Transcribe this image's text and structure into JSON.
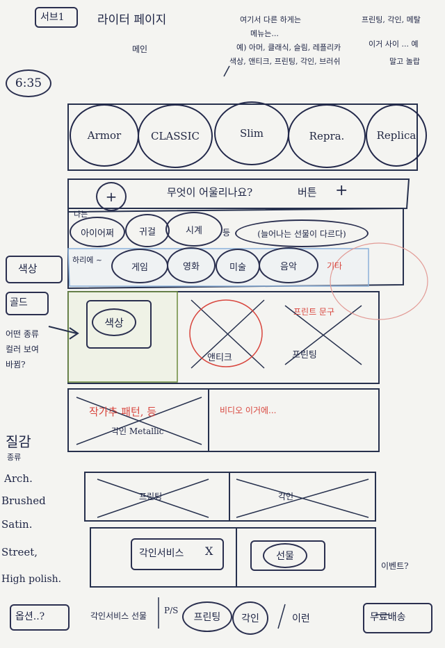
{
  "header": {
    "section_label": "서브1",
    "page_title": "라이터 페이지",
    "sub_note": "메인",
    "time": "6:35"
  },
  "top_notes": {
    "line1": "여기서 다른 하게는",
    "line2": "메뉴는...",
    "line3": "예) 아머, 클래식, 슬림, 레플리카",
    "line4": "색상, 앤티크, 프린팅, 각인, 브러쉬",
    "right1": "프린팅, 각인, 메탈",
    "right2": "이거 사이 ... 예",
    "right3": "말고 놀랍"
  },
  "model_circles": [
    "Armor",
    "CLASSIC",
    "Slim",
    "Repra.",
    "Replica"
  ],
  "search_row": {
    "plus_left": "+",
    "question": "무엇이 어울리나요?",
    "button_label": "버튼",
    "plus_right": "+"
  },
  "category_row1": {
    "lead": "나는",
    "items": [
      "아이어쩌",
      "귀걸",
      "시계",
      "등"
    ],
    "note": "(늘어나는 선물이 다르다)"
  },
  "category_row2": {
    "lead": "하리에 ~",
    "items": [
      "게임",
      "영화",
      "미술",
      "음악"
    ],
    "extra": "기타"
  },
  "left_notes": {
    "color_tag": "색상",
    "gold_tag": "골드",
    "arrow_note1": "어떤 종류",
    "arrow_note2": "컬러 보여",
    "arrow_note3": "바뀜?",
    "texture_heading": "질감",
    "texture_sub": "종류",
    "textures": [
      "Arch.",
      "Brushed",
      "Satin.",
      "Street,",
      "High polish."
    ],
    "option_tag": "옵션..?"
  },
  "grid": {
    "color_card": "색상",
    "antique_card": "앤티크",
    "print_card": "프린팅",
    "print_top": "프린트 문구",
    "metal_card": "각인 Metallic",
    "metal_red": "작가추 패턴, 등",
    "gallery_red": "비디오 이거에...",
    "print_box": "프린팅",
    "engrave_box": "각인"
  },
  "bottom_row": {
    "service_btn": "각인서비스",
    "service_mark": "X",
    "gift_btn": "선물",
    "event_note": "이벤트?"
  },
  "footer": {
    "lead": "각인서비스 선물",
    "sep": "P/S",
    "print": "프린팅",
    "engrave": "각인",
    "etc": "이런",
    "delivery": "무료배송"
  }
}
